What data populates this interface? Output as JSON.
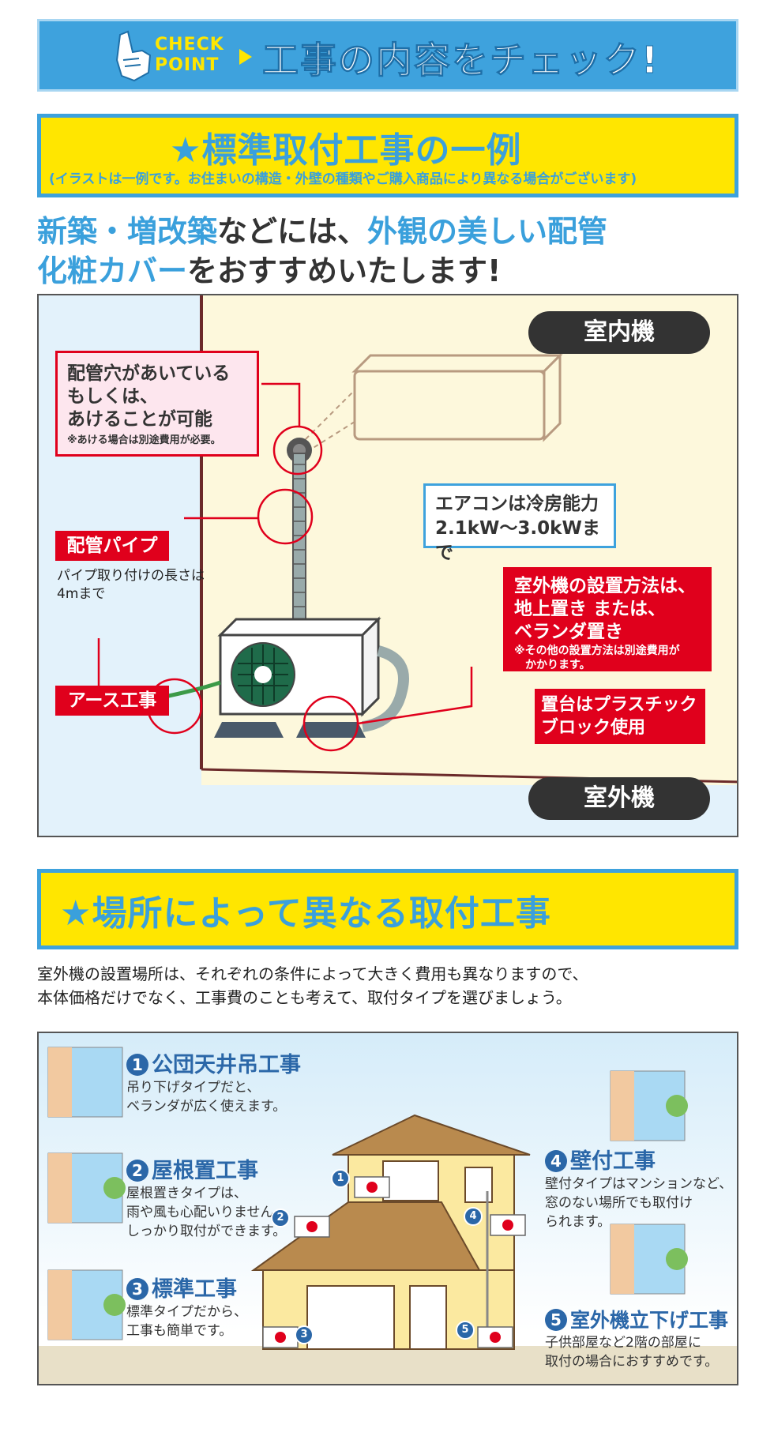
{
  "banner": {
    "badge_line1": "CHECK",
    "badge_line2": "POINT",
    "title": "工事の内容をチェック!"
  },
  "standard": {
    "title": "★標準取付工事の一例",
    "note": "(イラストは一例です。お住まいの構造・外壁の種類やご購入商品により異なる場合がございます)"
  },
  "headline": {
    "seg1": "新築・増改築",
    "seg2": "などには、",
    "seg3": "外観の美しい配管",
    "seg4": "化粧カバー",
    "seg5": "をおすすめいたします!"
  },
  "diagram": {
    "indoor_label": "室内機",
    "outdoor_label": "室外機",
    "pipe_hole_lines": [
      "配管穴があいている",
      "もしくは、",
      "あけることが可能"
    ],
    "pipe_hole_note": "※あける場合は別途費用が必要。",
    "aircon_lines": [
      "エアコンは冷房能力",
      "2.1kW〜3.0kWまで"
    ],
    "pipe_label": "配管パイプ",
    "pipe_desc_lines": [
      "パイプ取り付けの長さは",
      "4mまで"
    ],
    "outdoor_method_lines": [
      "室外機の設置方法は、",
      "地上置き または、",
      "ベランダ置き"
    ],
    "outdoor_method_note_lines": [
      "※その他の設置方法は別途費用が",
      "かかります。"
    ],
    "earth_label": "アース工事",
    "stand_lines": [
      "置台はプラスチック",
      "ブロック使用"
    ]
  },
  "places": {
    "title": "★場所によって異なる取付工事",
    "desc_lines": [
      "室外機の設置場所は、それぞれの条件によって大きく費用も異なりますので、",
      "本体価格だけでなく、工事費のことも考えて、取付タイプを選びましょう。"
    ],
    "options": [
      {
        "num": "1",
        "title": "公団天井吊工事",
        "desc_lines": [
          "吊り下げタイプだと、",
          "ベランダが広く使えます。"
        ]
      },
      {
        "num": "2",
        "title": "屋根置工事",
        "desc_lines": [
          "屋根置きタイプは、",
          "雨や風も心配いりません。",
          "しっかり取付ができます。"
        ]
      },
      {
        "num": "3",
        "title": "標準工事",
        "desc_lines": [
          "標準タイプだから、",
          "工事も簡単です。"
        ]
      },
      {
        "num": "4",
        "title": "壁付工事",
        "desc_lines": [
          "壁付タイプはマンションなど、",
          "窓のない場所でも取付け",
          "られます。"
        ]
      },
      {
        "num": "5",
        "title": "室外機立下げ工事",
        "desc_lines": [
          "子供部屋など2階の部屋に",
          "取付の場合におすすめです。"
        ]
      }
    ]
  },
  "colors": {
    "accent_blue": "#3ea2dd",
    "yellow": "#ffe600",
    "red": "#e0001c",
    "dark": "#333333",
    "option_blue": "#2b67a8"
  }
}
